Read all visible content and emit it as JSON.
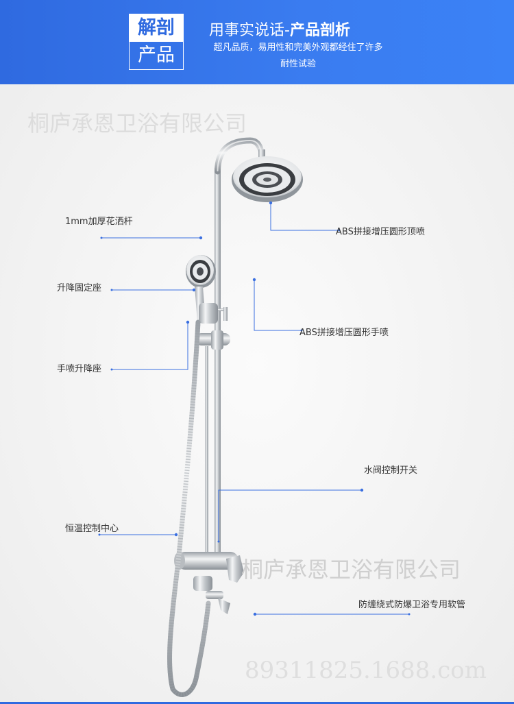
{
  "header": {
    "badge_top": "解剖",
    "badge_bottom": "产品",
    "title_prefix": "用事实说话-",
    "title_bold": "产品剖析",
    "subtitle_line1": "超凡品质，易用性和完美外观都经住了许多",
    "subtitle_line2": "耐性试验"
  },
  "watermarks": {
    "company_top": "桐庐承恩卫浴有限公司",
    "company_bottom": "桐庐承恩卫浴有限公司",
    "site": "89311825.1688.com"
  },
  "labels": {
    "rod": "1mm加厚花洒杆",
    "top_spray": "ABS拼接增压圆形顶喷",
    "lift_mount": "升降固定座",
    "hand_spray": "ABS拼接增压圆形手喷",
    "hand_slider": "手喷升降座",
    "valve_switch": "水阀控制开关",
    "thermostat": "恒温控制中心",
    "hose": "防缠绕式防爆卫浴专用软管"
  },
  "colors": {
    "header_blue": "#2f6ae0",
    "leader_line": "#3a6fe0",
    "chrome": "#c9ccd0"
  }
}
